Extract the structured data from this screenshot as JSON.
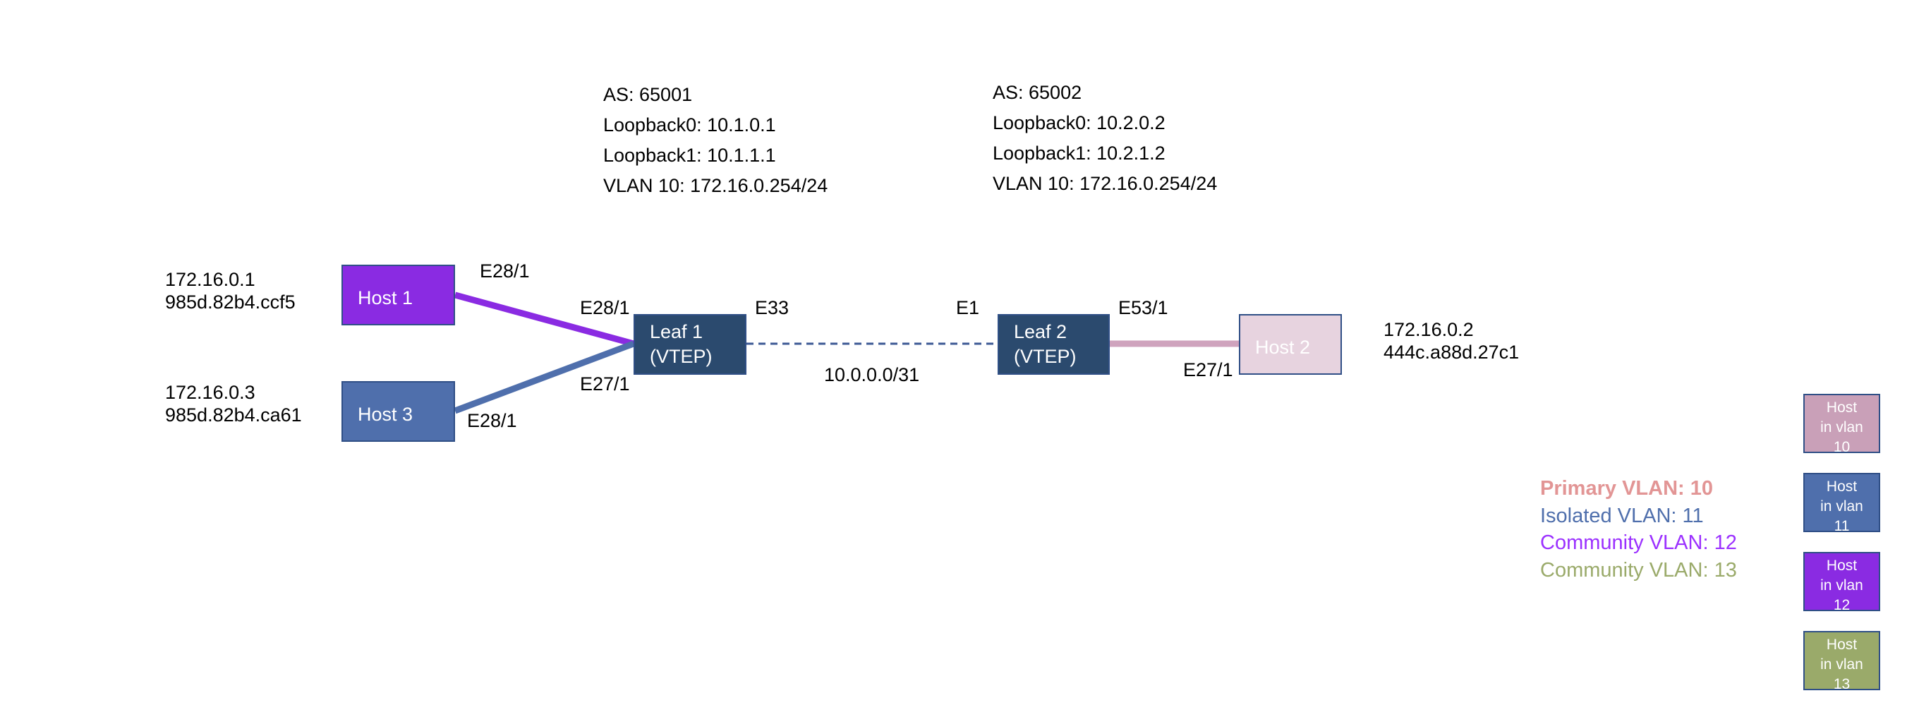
{
  "colors": {
    "host1": "#8a2be2",
    "host3": "#4f6fac",
    "host2": "#e7d3df",
    "host2_link": "#cfa3bd",
    "leaf": "#2b4a6e",
    "vlan10": "#c9a0b8",
    "vlan11": "#4f6fac",
    "vlan12": "#8a2be2",
    "vlan13": "#9aaa6a",
    "legend_primary": "#e29595",
    "legend_isolated": "#4f6fac",
    "legend_comm12": "#9b30ff",
    "legend_comm13": "#9aaa6a"
  },
  "leaf1_info": [
    "AS: 65001",
    "Loopback0: 10.1.0.1",
    "Loopback1: 10.1.1.1",
    "VLAN 10: 172.16.0.254/24"
  ],
  "leaf2_info": [
    "AS: 65002",
    "Loopback0: 10.2.0.2",
    "Loopback1: 10.2.1.2",
    "VLAN 10: 172.16.0.254/24"
  ],
  "host1": {
    "label": "Host 1",
    "ip": "172.16.0.1",
    "mac": "985d.82b4.ccf5"
  },
  "host3": {
    "label": "Host 3",
    "ip": "172.16.0.3",
    "mac": "985d.82b4.ca61"
  },
  "host2": {
    "label": "Host 2",
    "ip": "172.16.0.2",
    "mac": "444c.a88d.27c1"
  },
  "leaf1": {
    "line1": "Leaf 1",
    "line2": "(VTEP)"
  },
  "leaf2": {
    "line1": "Leaf 2",
    "line2": "(VTEP)"
  },
  "ports": {
    "host1_port": "E28/1",
    "leaf1_host1": "E28/1",
    "leaf1_uplink": "E33",
    "leaf1_host3": "E27/1",
    "host3_port": "E28/1",
    "leaf2_uplink": "E1",
    "leaf2_host2": "E53/1",
    "host2_port": "E27/1"
  },
  "link_subnet": "10.0.0.0/31",
  "legend": {
    "primary": "Primary VLAN: 10",
    "isolated": "Isolated VLAN: 11",
    "community12": "Community VLAN: 12",
    "community13": "Community VLAN: 13"
  },
  "vlan_boxes": [
    {
      "line1": "Host",
      "line2": "in vlan",
      "line3": "10"
    },
    {
      "line1": "Host",
      "line2": "in vlan",
      "line3": "11"
    },
    {
      "line1": "Host",
      "line2": "in vlan",
      "line3": "12"
    },
    {
      "line1": "Host",
      "line2": "in vlan",
      "line3": "13"
    }
  ]
}
